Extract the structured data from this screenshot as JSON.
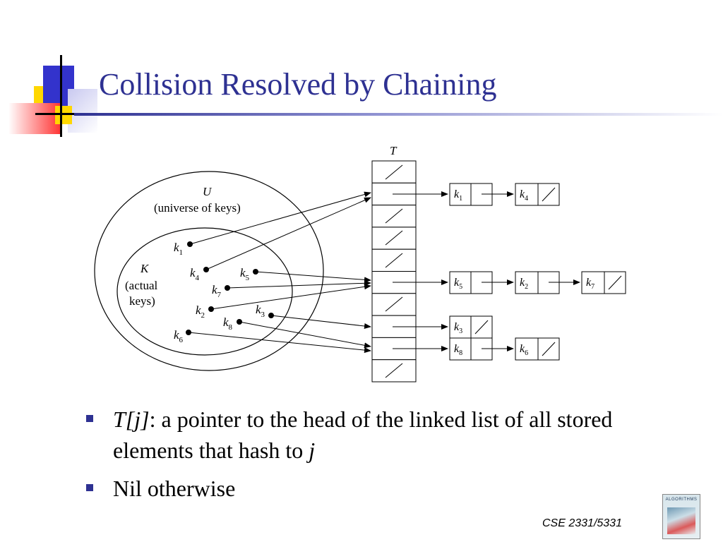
{
  "slide": {
    "title": "Collision Resolved by Chaining",
    "footer": "CSE 2331/5331",
    "book_cover_text": "ALGORITHMS"
  },
  "diagram": {
    "table_label": "T",
    "universe_label": "U",
    "universe_desc": "(universe of keys)",
    "actual_label": "K",
    "actual_desc_1": "(actual",
    "actual_desc_2": "keys)",
    "keys": [
      {
        "base": "k",
        "sub": "1"
      },
      {
        "base": "k",
        "sub": "4"
      },
      {
        "base": "k",
        "sub": "5"
      },
      {
        "base": "k",
        "sub": "7"
      },
      {
        "base": "k",
        "sub": "2"
      },
      {
        "base": "k",
        "sub": "3"
      },
      {
        "base": "k",
        "sub": "8"
      },
      {
        "base": "k",
        "sub": "6"
      }
    ],
    "table_slots": [
      "nil",
      "k1",
      "nil",
      "nil",
      "nil",
      "k5",
      "nil",
      "k3",
      "k8",
      "nil"
    ],
    "chains": [
      {
        "slot": 1,
        "nodes": [
          {
            "base": "k",
            "sub": "1"
          },
          {
            "base": "k",
            "sub": "4"
          }
        ]
      },
      {
        "slot": 5,
        "nodes": [
          {
            "base": "k",
            "sub": "5"
          },
          {
            "base": "k",
            "sub": "2"
          },
          {
            "base": "k",
            "sub": "7"
          }
        ]
      },
      {
        "slot": 7,
        "nodes": [
          {
            "base": "k",
            "sub": "3"
          }
        ]
      },
      {
        "slot": 8,
        "nodes": [
          {
            "base": "k",
            "sub": "8"
          },
          {
            "base": "k",
            "sub": "6"
          }
        ]
      }
    ]
  },
  "bullets": {
    "b1_italic": "T[j]",
    "b1_rest": ": a pointer to the head of the linked list of all stored elements that hash to ",
    "b1_end_italic": "j",
    "b2": "Nil otherwise"
  },
  "colors": {
    "title": "#2e3192",
    "bullet": "#2e3192",
    "deco_blue": "#3333cc",
    "deco_yellow": "#ffd700",
    "deco_red": "#ff3333"
  }
}
